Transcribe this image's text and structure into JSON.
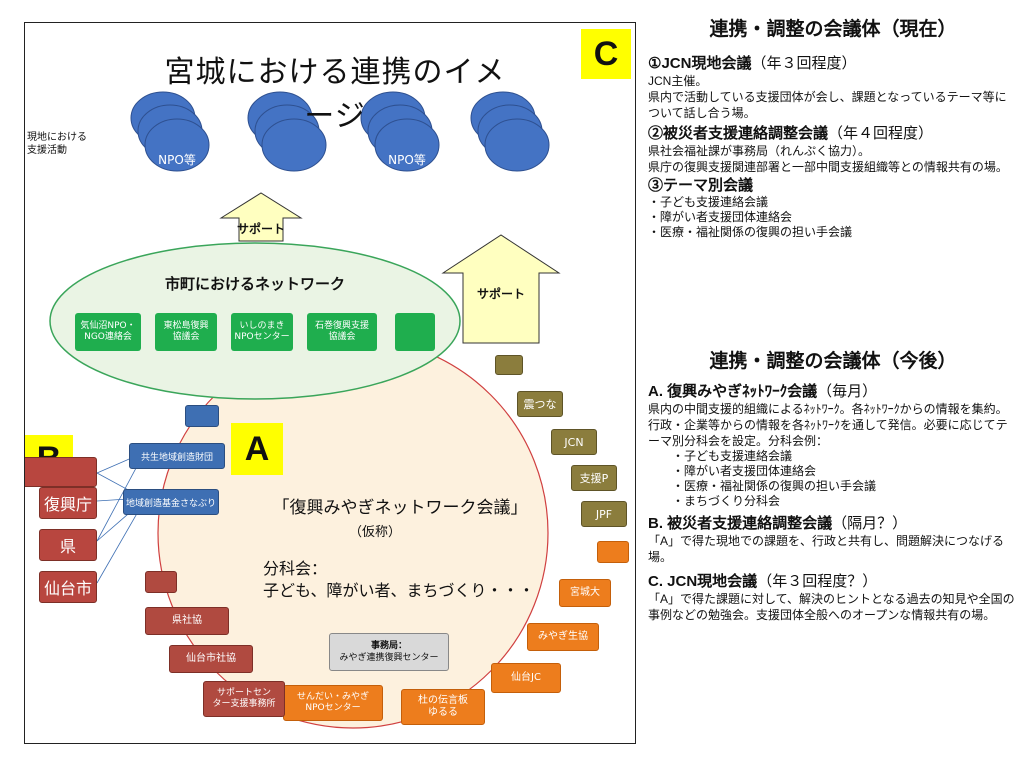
{
  "diagram": {
    "title": "宮城における連携のイメージ",
    "badges": {
      "a": "A",
      "b": "B",
      "c": "C"
    },
    "local_activity_label": "現地における\n支援活動",
    "npo_labels": [
      "NPO等",
      "NPO等"
    ],
    "support_labels": [
      "サポート",
      "サポート"
    ],
    "municipal_network": {
      "title": "市町におけるネットワーク",
      "boxes": [
        "気仙沼NPO・\nNGO連絡会",
        "東松島復興\n協議会",
        "いしのまき\nNPOセンター",
        "石巻復興支援\n協議会",
        ""
      ]
    },
    "center": {
      "title": "「復興みやぎネットワーク会議」",
      "subtitle": "（仮称）",
      "subcommittee_label": "分科会：",
      "subcommittee_items": "子ども、障がい者、まちづくり・・・"
    },
    "secretariat": {
      "line1": "事務局：",
      "line2": "みやぎ連携復興センター"
    },
    "blue_boxes": [
      "",
      "共生地域創造財団",
      "地域創造基金さなぶり"
    ],
    "left_side_boxes": [
      "",
      "復興庁",
      "県",
      "仙台市"
    ],
    "ring_right_olive": [
      "",
      "震つな",
      "JCN",
      "支援P",
      "JPF"
    ],
    "ring_right_orange": [
      "",
      "宮城大",
      "みやぎ生協",
      "仙台JC"
    ],
    "ring_bottom_orange": [
      "せんだい・みやぎ\nNPOセンター",
      "杜の伝言板\nゆるる"
    ],
    "ring_bottom_red": [
      "サポートセン\nター支援事務所",
      "仙台市社協",
      "県社協",
      ""
    ]
  },
  "current_meetings": {
    "heading": "連携・調整の会議体（現在）",
    "items": [
      {
        "title": "①JCN現地会議",
        "freq": "（年３回程度）",
        "lines": [
          "JCN主催。",
          "県内で活動している支援団体が会し、課題となっているテーマ等について話し合う場。"
        ]
      },
      {
        "title": "②被災者支援連絡調整会議",
        "freq": "（年４回程度）",
        "lines": [
          "県社会福祉課が事務局（れんぷく協力）。",
          "県庁の復興支援関連部署と一部中間支援組織等との情報共有の場。"
        ]
      },
      {
        "title": "③テーマ別会議",
        "freq": "",
        "lines": [
          "・子ども支援連絡会議",
          "・障がい者支援団体連絡会",
          "・医療・福祉関係の復興の担い手会議"
        ]
      }
    ]
  },
  "future_meetings": {
    "heading": "連携・調整の会議体（今後）",
    "items": [
      {
        "title": "A.  復興みやぎﾈｯﾄﾜｰｸ会議",
        "freq": "（毎月）",
        "lines": [
          "県内の中間支援的組織によるﾈｯﾄﾜｰｸ。各ﾈｯﾄﾜｰｸからの情報を集約。行政・企業等からの情報を各ﾈｯﾄﾜｰｸを通して発信。必要に応じてテーマ別分科会を設定。分科会例："
        ],
        "sub_items": [
          "・子ども支援連絡会議",
          "・障がい者支援団体連絡会",
          "・医療・福祉関係の復興の担い手会議",
          "・まちづくり分科会"
        ]
      },
      {
        "title": "B.  被災者支援連絡調整会議",
        "freq": "（隔月？）",
        "lines": [
          "「A」で得た現地での課題を、行政と共有し、問題解決につなげる場。"
        ],
        "sub_items": []
      },
      {
        "title": "C.  JCN現地会議",
        "freq": "（年３回程度？）",
        "lines": [
          "「A」で得た課題に対して、解決のヒントとなる過去の知見や全国の事例などの勉強会。支援団体全般へのオープンな情報共有の場。"
        ],
        "sub_items": []
      }
    ]
  },
  "colors": {
    "green": "#1fae4e",
    "blue": "#3e6fb3",
    "orange": "#ed7d1d",
    "olive": "#8b7d3d",
    "red": "#b04a40",
    "yellow": "#ffff00"
  }
}
